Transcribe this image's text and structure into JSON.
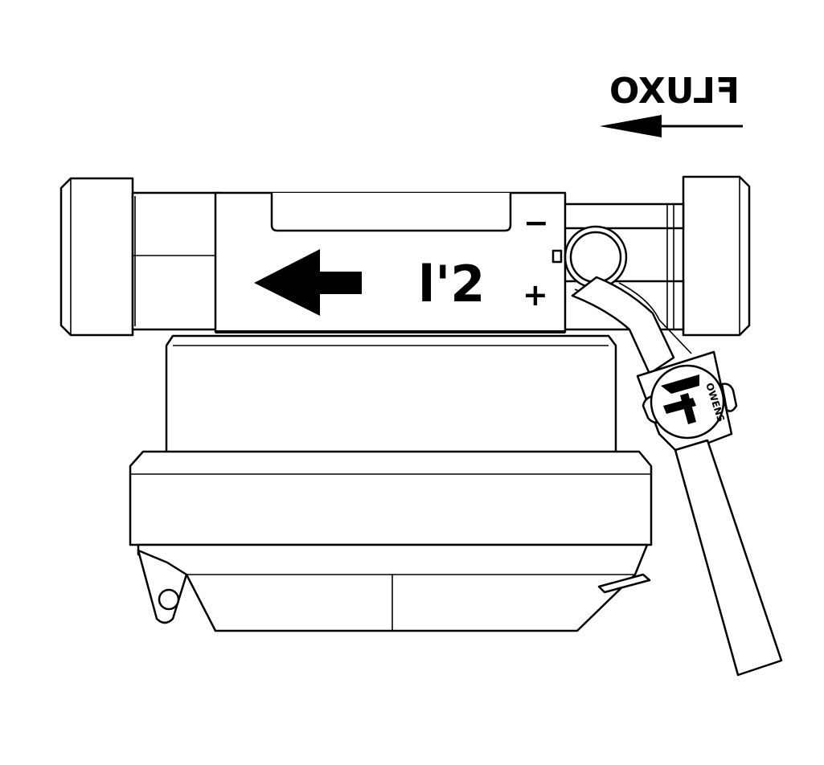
{
  "flow": {
    "label": "FLUXO"
  },
  "meter_label": {
    "text": "l'2"
  },
  "terminals": {
    "negative": "−",
    "positive": "+"
  },
  "brand": {
    "text": "OWENS"
  },
  "colors": {
    "ink": "#000000",
    "paper": "#ffffff"
  },
  "icons": {
    "flow_arrow": "arrow-left-icon",
    "body_arrow": "arrow-left-icon",
    "seal_logo": "logo-icon"
  }
}
